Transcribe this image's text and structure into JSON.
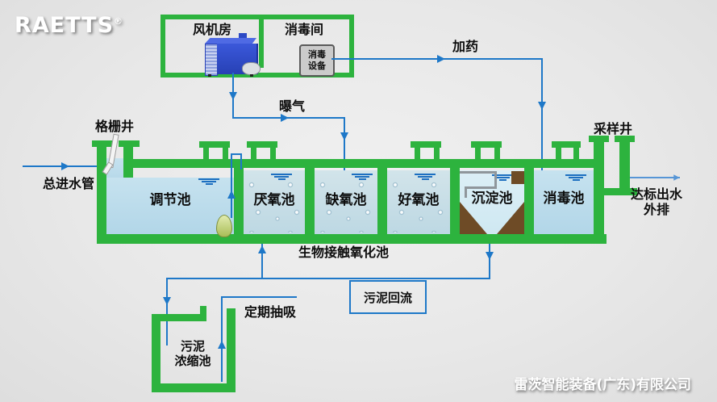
{
  "page": {
    "background_color": "#e8e8e8",
    "accent_green": "#2db33e",
    "accent_blue": "#1e78c8",
    "water_blue": "#b2d6e8",
    "sludge_brown": "#6e4b26"
  },
  "logo": {
    "text": "RAETTS",
    "registered_mark": "®"
  },
  "company": {
    "name": "雷茨智能装备(广东)有限公司"
  },
  "top_box": {
    "fan_room_label": "风机房",
    "disinfection_room_label": "消毒间",
    "disinfection_equipment_label": "消毒\n设备"
  },
  "annotations": {
    "aeration": "曝气",
    "dosing": "加药",
    "grid_well": "格栅井",
    "inlet_pipe": "总进水管",
    "sampling_well": "采样井",
    "outflow": "达标出水\n外排",
    "bio_contact_tank": "生物接触氧化池",
    "sludge_return": "污泥回流",
    "periodic_suction": "定期抽吸",
    "sludge_thickening_tank": "污泥\n浓缩池"
  },
  "tanks": [
    {
      "label": "调节池"
    },
    {
      "label": "厌氧池"
    },
    {
      "label": "缺氧池"
    },
    {
      "label": "好氧池"
    },
    {
      "label": "沉淀池"
    },
    {
      "label": "消毒池"
    }
  ],
  "icons": {
    "blower": "blower-machine-icon",
    "pump": "submersible-pump-icon",
    "bar_screen": "bar-screen-icon",
    "settling_hopper": "sludge-hopper-shape"
  }
}
